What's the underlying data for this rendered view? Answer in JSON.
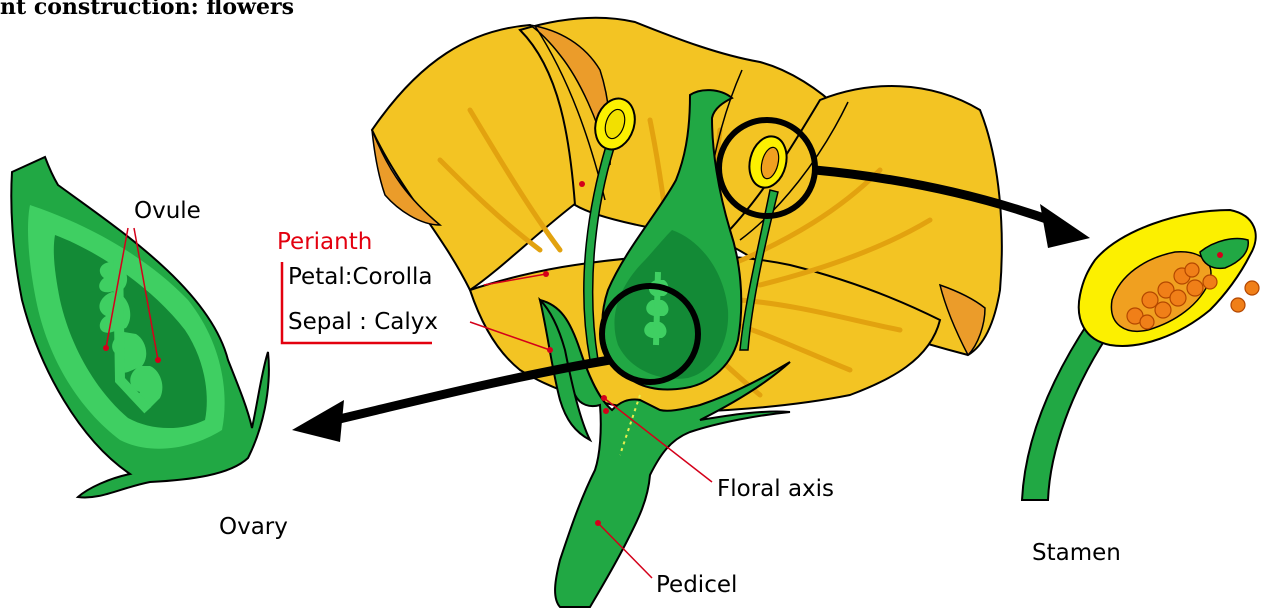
{
  "title": "nt construction: flowers",
  "labels": {
    "ovule": "Ovule",
    "ovary": "Ovary",
    "perianth": "Perianth",
    "petal_corolla": "Petal:Corolla",
    "sepal_calyx": "Sepal : Calyx",
    "floral_axis": "Floral axis",
    "pedicel": "Pedicel",
    "stamen": "Stamen"
  },
  "colors": {
    "petal": "#f3c423",
    "petal_vein": "#e2a20f",
    "petal_orange": "#eb9c2a",
    "green_dark": "#138a36",
    "green_mid": "#21a844",
    "green_light": "#3fcf62",
    "anther_yellow": "#fcf000",
    "pollen_orange": "#f07f18",
    "callout_red": "#e3000f"
  },
  "icons": [
    "magnify-circle-ovary-icon",
    "magnify-circle-stamen-icon",
    "arrow-left-icon",
    "arrow-right-icon"
  ]
}
